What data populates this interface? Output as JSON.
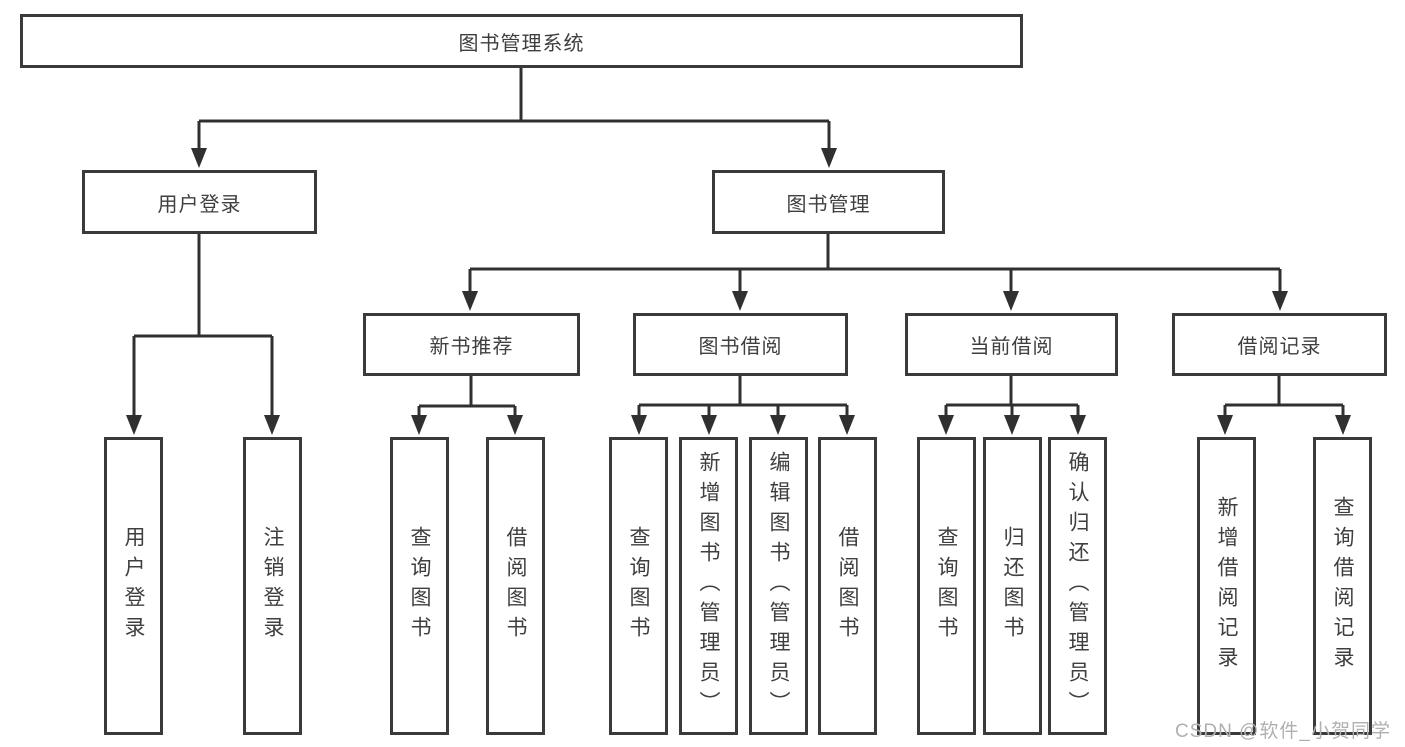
{
  "tree": {
    "root": {
      "label": "图书管理系统",
      "children": [
        {
          "label": "用户登录",
          "children": [
            {
              "label": "用户登录"
            },
            {
              "label": "注销登录"
            }
          ]
        },
        {
          "label": "图书管理",
          "children": [
            {
              "label": "新书推荐",
              "children": [
                {
                  "label": "查询图书"
                },
                {
                  "label": "借阅图书"
                }
              ]
            },
            {
              "label": "图书借阅",
              "children": [
                {
                  "label": "查询图书"
                },
                {
                  "label": "新增图书（管理员）"
                },
                {
                  "label": "编辑图书（管理员）"
                },
                {
                  "label": "借阅图书"
                }
              ]
            },
            {
              "label": "当前借阅",
              "children": [
                {
                  "label": "查询图书"
                },
                {
                  "label": "归还图书"
                },
                {
                  "label": "确认归还（管理员）"
                }
              ]
            },
            {
              "label": "借阅记录",
              "children": [
                {
                  "label": "新增借阅记录"
                },
                {
                  "label": "查询借阅记录"
                }
              ]
            }
          ]
        }
      ]
    }
  },
  "watermark": {
    "text": "CSDN @软件_小贺同学"
  },
  "colors": {
    "background": "#ffffff",
    "border": "#3a3a3a",
    "text": "#3f3f3f",
    "line": "#303030",
    "watermark": "#b0b0b0"
  }
}
